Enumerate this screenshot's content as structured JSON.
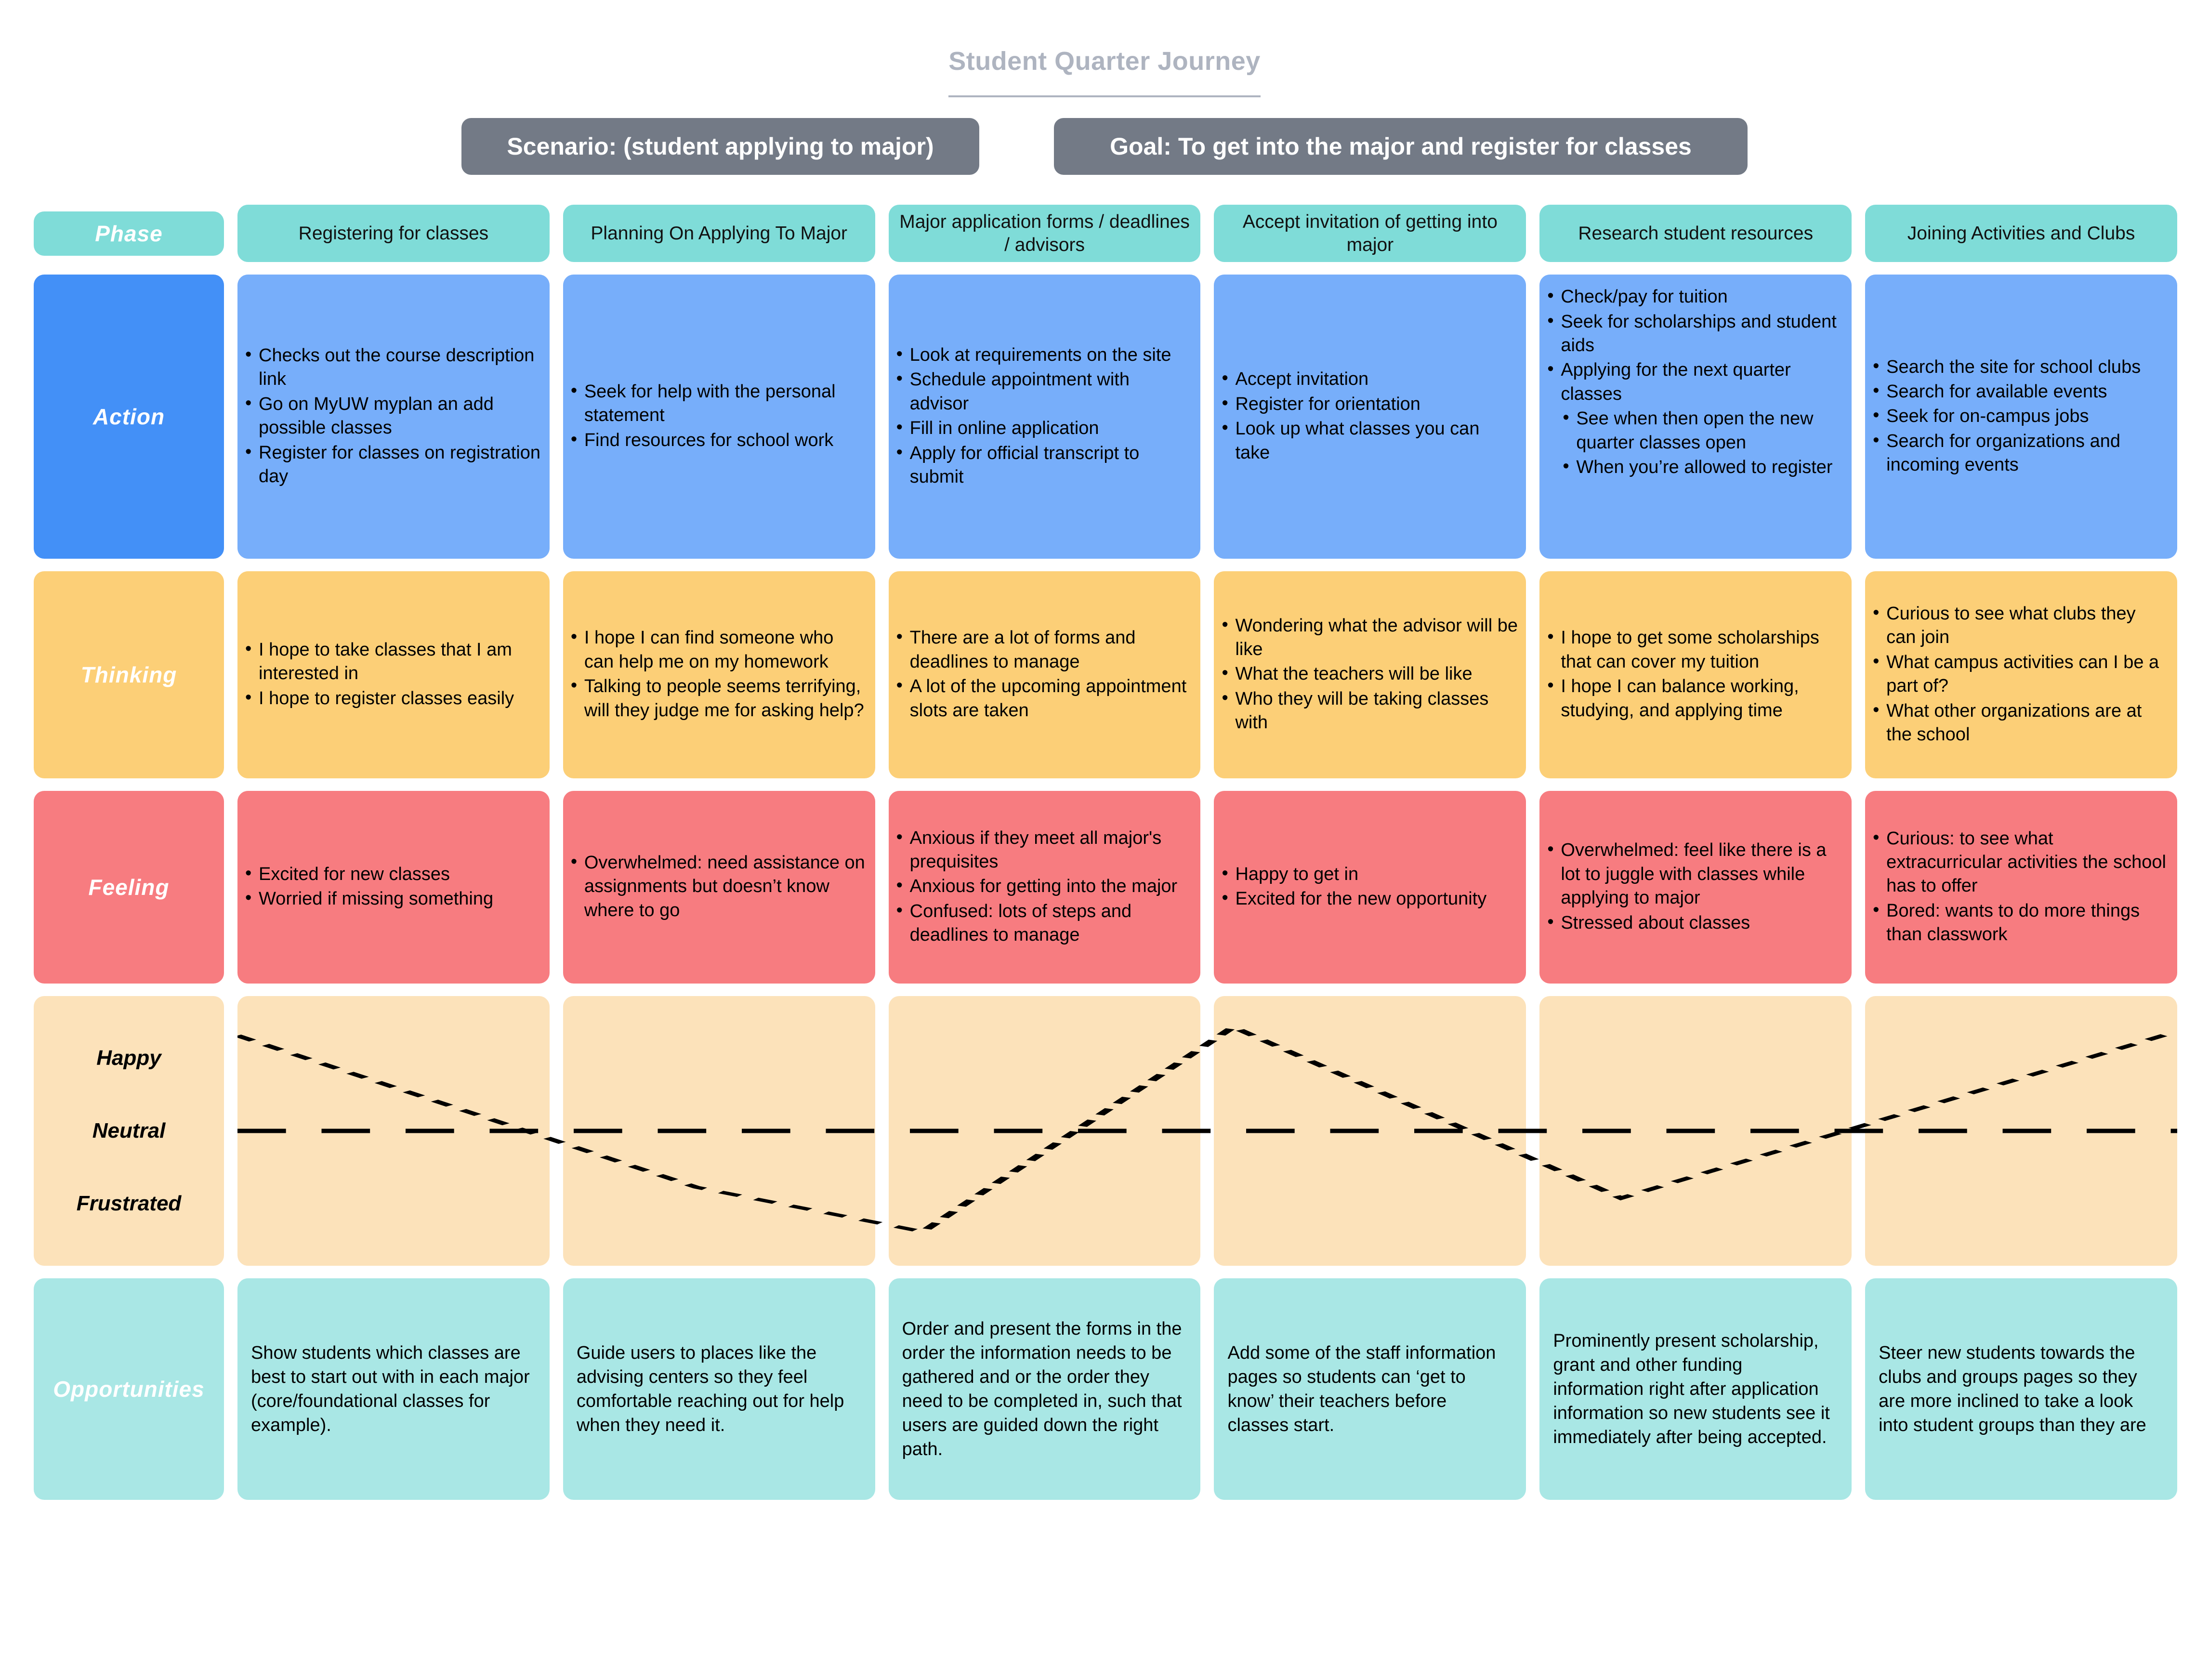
{
  "header": {
    "title": "Student Quarter Journey",
    "scenario": "Scenario: (student applying to major)",
    "goal": "Goal: To get into the major and register for classes"
  },
  "row_labels": {
    "phase": "Phase",
    "action": "Action",
    "thinking": "Thinking",
    "feeling": "Feeling",
    "opportunities": "Opportunities"
  },
  "colors": {
    "phase_teal": "#7fdcd8",
    "action_blue": "#77aefa",
    "action_label_blue": "#4390f7",
    "thinking_orange": "#fccf77",
    "feeling_red": "#f77c80",
    "emotion_peach": "#fce2ba",
    "opportunity_teal": "#a9e7e5",
    "banner_gray": "#737a86",
    "title_gray": "#aeb4c0"
  },
  "phases": [
    "Registering for classes",
    "Planning On Applying To Major",
    "Major application forms / deadlines / advisors",
    "Accept invitation of getting into major",
    "Research student resources",
    "Joining Activities and Clubs"
  ],
  "actions": [
    [
      "Checks out the course description link",
      "Go on MyUW myplan an add possible classes",
      "Register for classes on registration day"
    ],
    [
      "Seek for help with the personal statement",
      "Find resources for school work"
    ],
    [
      "Look at requirements on the site",
      "Schedule appointment with advisor",
      "Fill in online application",
      "Apply for official transcript to submit"
    ],
    [
      "Accept invitation",
      "Register for orientation",
      "Look up what classes you can take"
    ],
    [
      "Check/pay for tuition",
      "Seek for scholarships and student aids",
      "Applying for the next quarter classes",
      "See when then open the new quarter classes open",
      "When you’re allowed to register"
    ],
    [
      "Search the site for school clubs",
      "Search for available events",
      "Seek for on-campus jobs",
      "Search for organizations and incoming events"
    ]
  ],
  "thinking": [
    [
      "I hope to take classes that I am interested in",
      "I hope to register classes easily"
    ],
    [
      "I hope I can find someone who can help me on my homework",
      "Talking to people seems terrifying, will they judge me for asking help?"
    ],
    [
      "There are a lot of forms and deadlines to manage",
      "A lot of the upcoming appointment slots are taken"
    ],
    [
      "Wondering what the advisor will be like",
      "What the teachers will be like",
      "Who they will be taking classes with"
    ],
    [
      "I hope to get some scholarships that can cover my tuition",
      "I hope I can balance working, studying, and applying time"
    ],
    [
      "Curious to see what clubs they can join",
      "What campus activities can I be a part of?",
      "What other organizations are at the school"
    ]
  ],
  "feeling": [
    [
      "Excited for new classes",
      "Worried if missing something"
    ],
    [
      "Overwhelmed: need assistance on assignments but doesn’t know where to go"
    ],
    [
      "Anxious if they meet all major's prequisites",
      "Anxious for getting into the major",
      "Confused: lots of steps and deadlines to manage"
    ],
    [
      "Happy to get in",
      "Excited for the new opportunity"
    ],
    [
      "Overwhelmed: feel like there is a lot to juggle with classes while applying to major",
      "Stressed about classes"
    ],
    [
      "Curious: to see what extracurricular activities the school has to offer",
      "Bored: wants to do more things than classwork"
    ]
  ],
  "opportunities": [
    "Show students which classes are best to start out with in each major (core/foundational classes for example).",
    "Guide users to places like the advising centers so they feel comfortable reaching out for help when they need it.",
    "Order and present the forms in the order the information needs to be gathered and or the order they need to be completed in, such that users are guided down the right path.",
    "Add some of the staff information pages so students can ‘get to know’ their teachers before classes start.",
    "Prominently present scholarship, grant and other funding information right after application information so new students see it immediately after being accepted.",
    "Steer new students towards the clubs and groups pages so they are more inclined to take a look into student groups than they are"
  ],
  "chart_data": {
    "type": "line",
    "title": "Emotion journey",
    "ylabel": "",
    "xlabel": "",
    "ytick_labels": [
      "Happy",
      "Neutral",
      "Frustrated"
    ],
    "ylim": [
      -1,
      1
    ],
    "grid": false,
    "legend": null,
    "baseline": {
      "label": "Neutral",
      "value": 0,
      "style": "dashed"
    },
    "line_style": "dotted",
    "line_color": "#000000",
    "categories": [
      "Registering for classes",
      "Planning On Applying To Major",
      "Major application forms / deadlines / advisors",
      "Accept invitation of getting into major",
      "Research student resources",
      "Joining Activities and Clubs"
    ],
    "points": [
      {
        "x": 0.0,
        "y": 0.88,
        "label": "Happy"
      },
      {
        "x": 1.42,
        "y": -0.52,
        "label": ""
      },
      {
        "x": 2.12,
        "y": -0.93,
        "label": "Frustrated"
      },
      {
        "x": 3.08,
        "y": 0.96,
        "label": "Happy"
      },
      {
        "x": 4.28,
        "y": -0.62,
        "label": ""
      },
      {
        "x": 6.0,
        "y": 0.92,
        "label": "Happy"
      }
    ]
  }
}
